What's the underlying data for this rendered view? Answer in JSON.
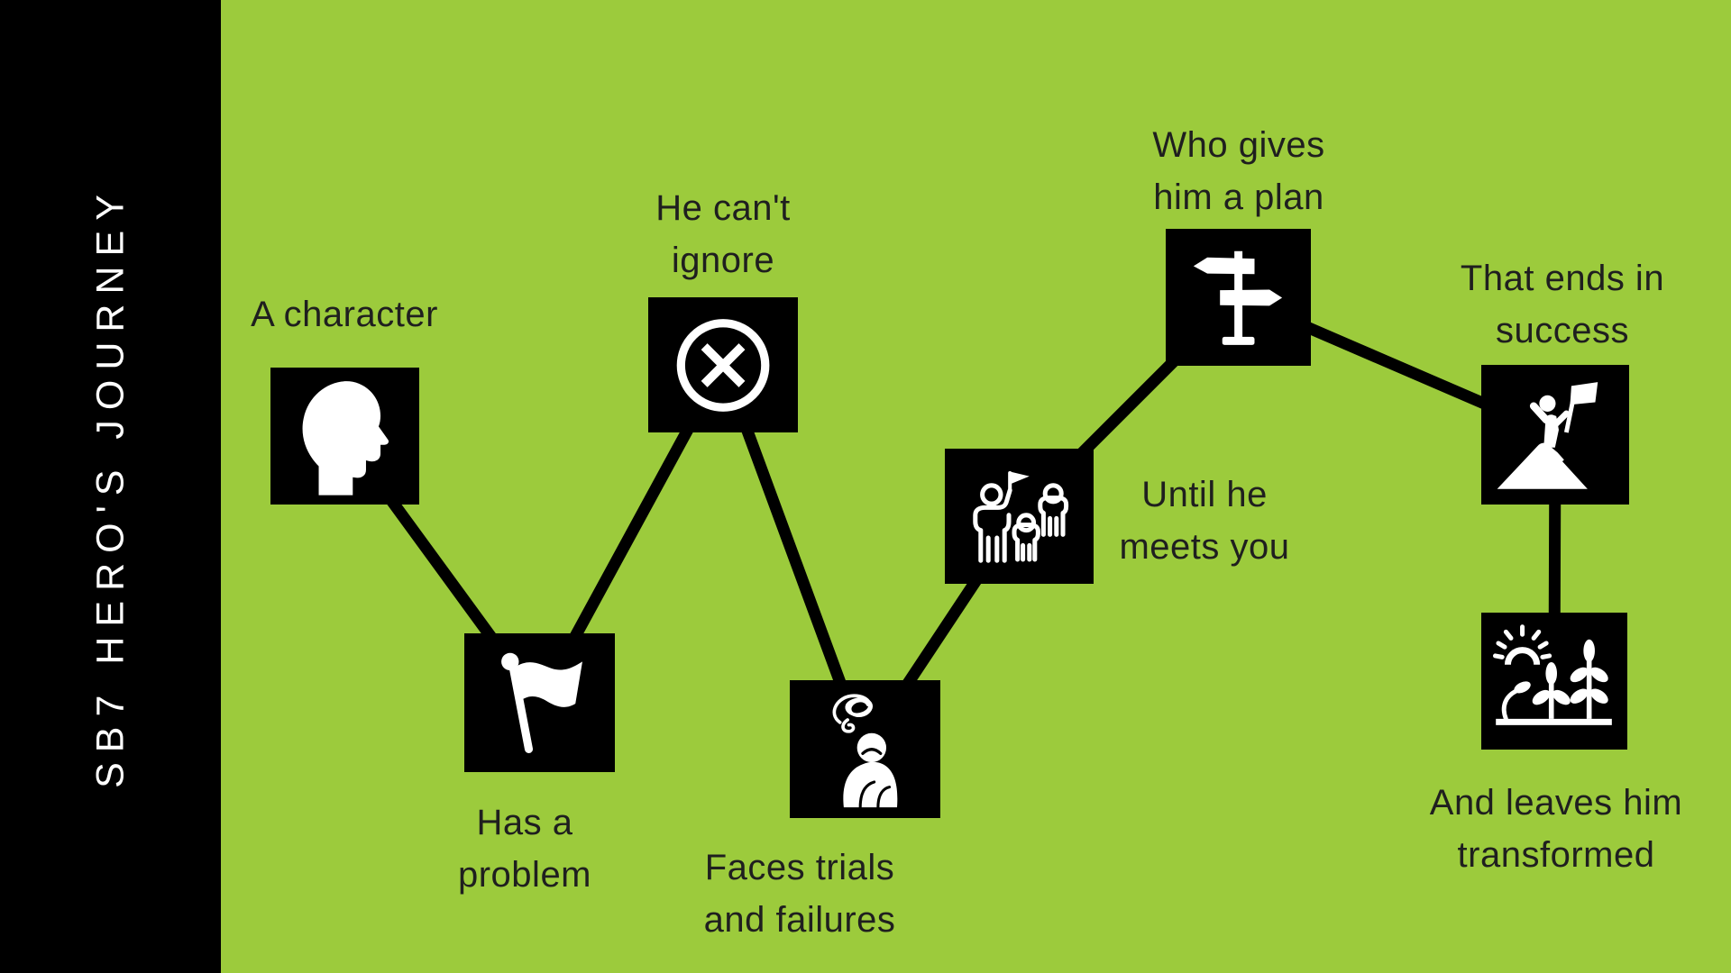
{
  "sidebar": {
    "title": "SB7 HERO'S JOURNEY"
  },
  "colors": {
    "background": "#9CCB3C",
    "panel": "#000000",
    "box": "#000000",
    "label": "#1F1F1F",
    "icon": "#FFFFFF",
    "line": "#000000"
  },
  "diagram": {
    "type": "flow-zigzag",
    "nodes": [
      {
        "key": "character",
        "icon": "head-profile-icon",
        "line1": "A character",
        "line2": "",
        "label_position": "above"
      },
      {
        "key": "problem",
        "icon": "flag-icon",
        "line1": "Has a",
        "line2": "problem",
        "label_position": "below"
      },
      {
        "key": "cant-ignore",
        "icon": "cross-circle-icon",
        "line1": "He can't",
        "line2": "ignore",
        "label_position": "above"
      },
      {
        "key": "trials",
        "icon": "despair-person-icon",
        "line1": "Faces trials",
        "line2": "and failures",
        "label_position": "below"
      },
      {
        "key": "meets-guide",
        "icon": "guide-group-icon",
        "line1": "Until he",
        "line2": "meets you",
        "label_position": "right"
      },
      {
        "key": "plan",
        "icon": "signpost-icon",
        "line1": "Who gives",
        "line2": "him a plan",
        "label_position": "above"
      },
      {
        "key": "success",
        "icon": "summit-flag-icon",
        "line1": "That ends in",
        "line2": "success",
        "label_position": "above"
      },
      {
        "key": "transformed",
        "icon": "growth-plants-icon",
        "line1": "And leaves him",
        "line2": "transformed",
        "label_position": "below"
      }
    ]
  }
}
